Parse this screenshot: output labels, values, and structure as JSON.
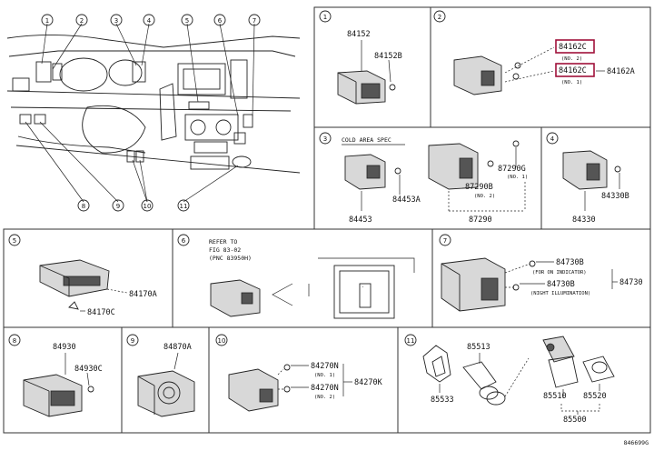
{
  "callouts": {
    "c1": "1",
    "c2": "2",
    "c3": "3",
    "c4": "4",
    "c5": "5",
    "c6": "6",
    "c7": "7",
    "c8": "8",
    "c9": "9",
    "c10": "10",
    "c11": "11"
  },
  "panel1": {
    "part_a": "84152",
    "part_b": "84152B"
  },
  "panel2": {
    "part_c1": "84162C",
    "note1": "(NO. 2)",
    "part_c2": "84162C",
    "note2": "(NO. 1)",
    "part_a": "84162A"
  },
  "panel3": {
    "heading": "COLD AREA SPEC",
    "part_a": "84453A",
    "part_b": "84453",
    "part_c": "87290G",
    "note_c": "(NO. 1)",
    "part_d": "87290B",
    "note_d": "(NO. 2)",
    "part_e": "87290"
  },
  "panel4": {
    "part_a": "84330B",
    "part_b": "84330"
  },
  "panel5": {
    "part_a": "84170A",
    "part_b": "84170C"
  },
  "panel6": {
    "refer_line1": "REFER TO",
    "refer_line2": "FIG 83-02",
    "refer_line3": "(PNC 83950H)"
  },
  "panel7": {
    "part_a": "84730B",
    "note_a": "(FOR ON INDICATOR)",
    "part_b": "84730B",
    "note_b": "(NIGHT ILLUMINATION)",
    "part_c": "84730"
  },
  "panel8": {
    "part_a": "84930",
    "part_b": "84930C"
  },
  "panel9": {
    "part_a": "84870A"
  },
  "panel10": {
    "part_a": "84270N",
    "note_a": "(NO. 1)",
    "part_b": "84270N",
    "note_b": "(NO. 2)",
    "part_c": "84270K"
  },
  "panel11": {
    "part_a": "85513",
    "part_b": "85533",
    "part_c": "85510",
    "part_d": "85520",
    "part_e": "85500"
  },
  "footer": {
    "code": "846699G"
  },
  "highlight_color": "#a0103a"
}
